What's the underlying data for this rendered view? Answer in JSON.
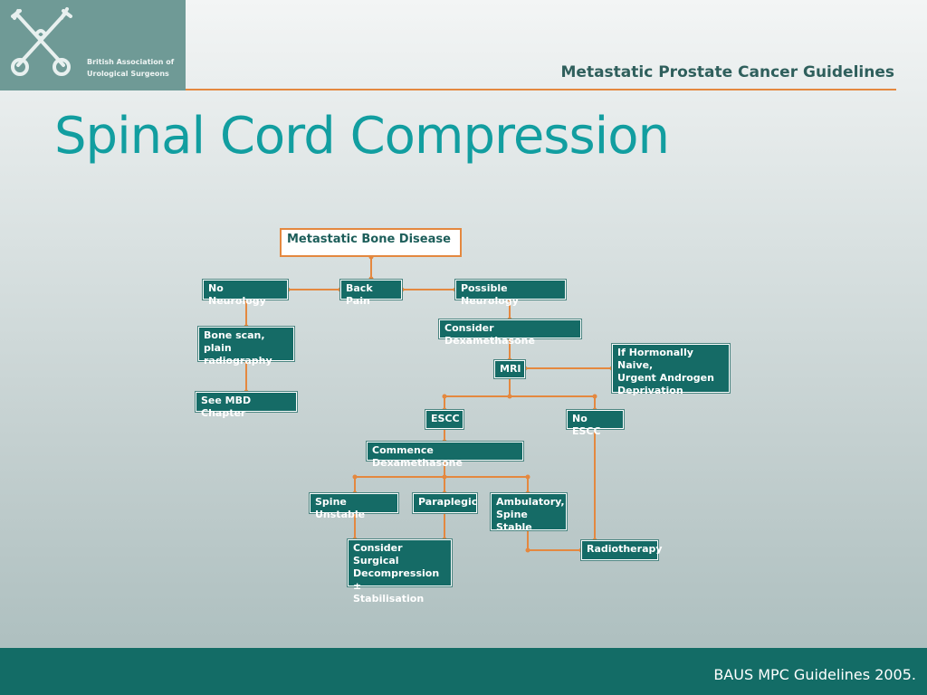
{
  "header": {
    "org_name_line1": "British Association of",
    "org_name_line2": "Urological Surgeons",
    "guideline_title": "Metastatic Prostate Cancer Guidelines"
  },
  "slide_title": "Spinal Cord Compression",
  "flowchart": {
    "nodes": {
      "metastatic_bone_disease": "Metastatic Bone Disease",
      "no_neurology": "No Neurology",
      "back_pain": "Back Pain",
      "possible_neurology": "Possible Neurology",
      "bone_scan": "Bone scan, plain\nradiography",
      "see_mbd": "See MBD Chapter",
      "consider_dex": "Consider Dexamethasone",
      "mri": "MRI",
      "hormonally_naive": "If Hormonally Naive,\nUrgent Androgen\nDeprivation",
      "escc": "ESCC",
      "no_escc": "No ESCC",
      "commence_dex": "Commence Dexamethasone",
      "spine_unstable": "Spine Unstable",
      "paraplegic": "Paraplegic",
      "ambulatory": "Ambulatory,\nSpine Stable",
      "surgical": "Consider Surgical\nDecompression ±\nStabilisation",
      "radiotherapy": "Radiotherapy"
    },
    "connector_color": "#e4883f",
    "node_color": "#156b66"
  },
  "footer": {
    "text": "BAUS MPC Guidelines 2005."
  }
}
